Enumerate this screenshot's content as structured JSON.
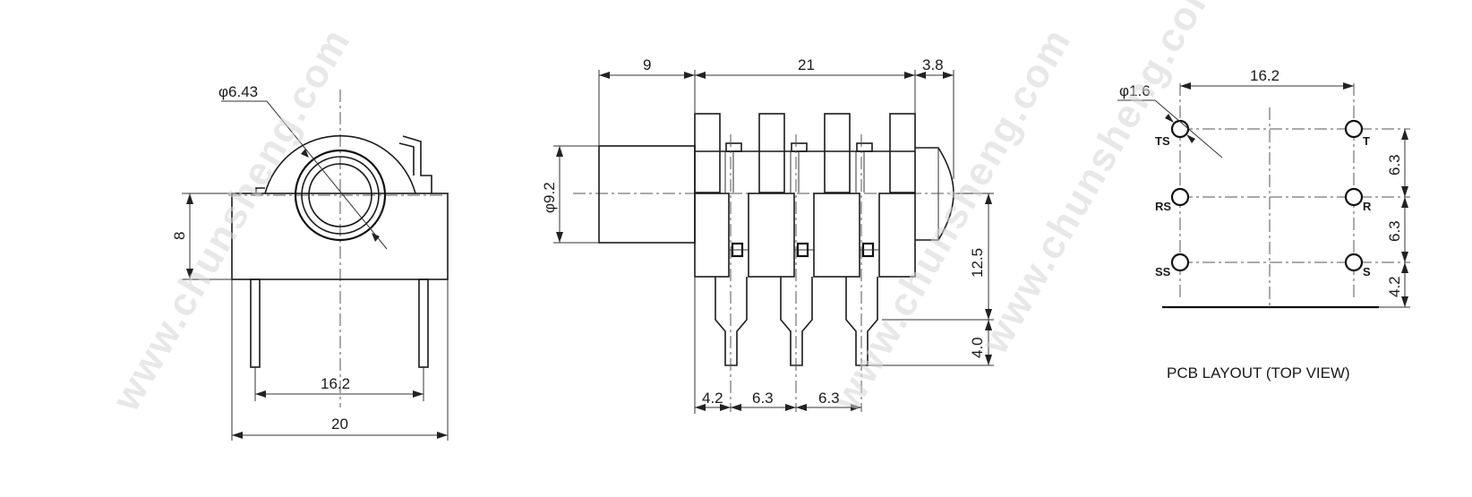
{
  "watermark": "www.chunsheng.com",
  "front_view": {
    "diameter_label": "φ6.43",
    "height_label": "8",
    "pin_spacing_label": "16.2",
    "width_label": "20"
  },
  "side_view": {
    "top_dims": [
      "9",
      "21",
      "3.8"
    ],
    "diameter_label": "φ9.2",
    "height_label": "12.5",
    "pin_length_label": "4.0",
    "bottom_dims": [
      "4.2",
      "6.3",
      "6.3"
    ]
  },
  "pcb_layout": {
    "hole_label": "φ1.6",
    "width_label": "16.2",
    "vertical_dims": [
      "6.3",
      "6.3",
      "4.2"
    ],
    "pin_labels_left": [
      "TS",
      "RS",
      "SS"
    ],
    "pin_labels_right": [
      "T",
      "R",
      "S"
    ],
    "caption": "PCB LAYOUT (TOP VIEW)"
  }
}
